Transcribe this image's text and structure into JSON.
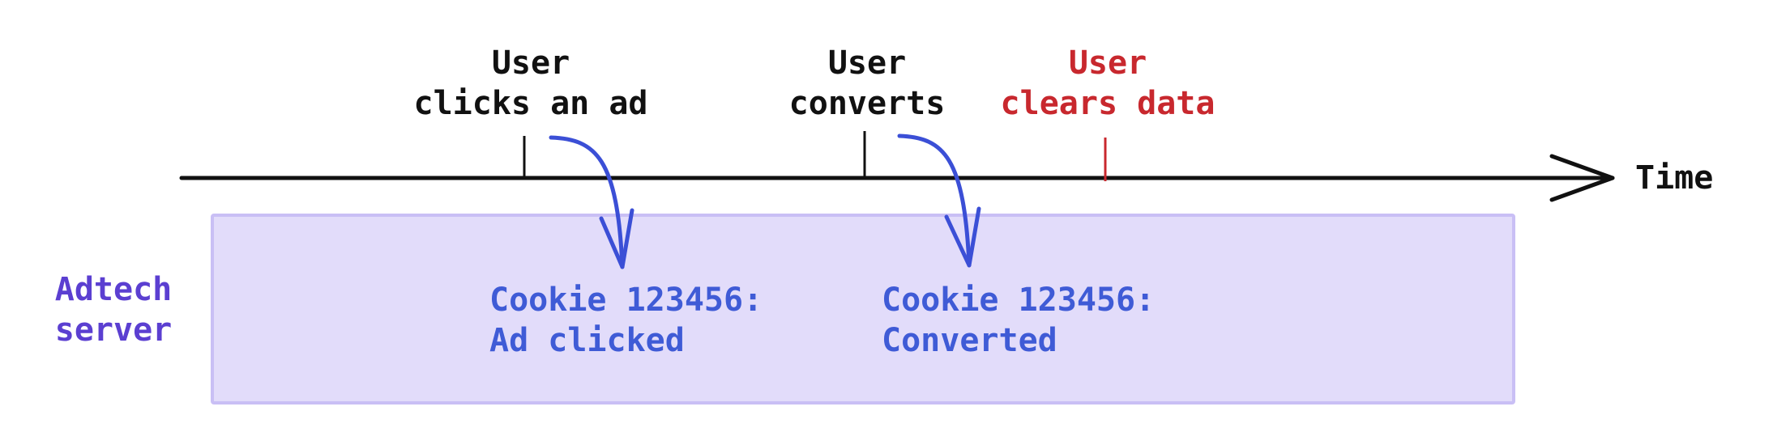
{
  "events": [
    {
      "line1": "User",
      "line2": "clicks an ad"
    },
    {
      "line1": "User",
      "line2": "converts"
    },
    {
      "line1": "User",
      "line2": "clears data"
    }
  ],
  "axis_label": "Time",
  "server": {
    "line1": "Adtech",
    "line2": "server"
  },
  "records": [
    {
      "line1": "Cookie 123456:",
      "line2": "Ad clicked"
    },
    {
      "line1": "Cookie 123456:",
      "line2": "Converted"
    }
  ],
  "colors": {
    "axis": "#111111",
    "highlight": "#c8282e",
    "server_label": "#5b3fd1",
    "record_text": "#3f5bd6",
    "box_fill": "#e2dcfa",
    "box_border": "#c9bff5",
    "arrow": "#3b4fd6"
  }
}
